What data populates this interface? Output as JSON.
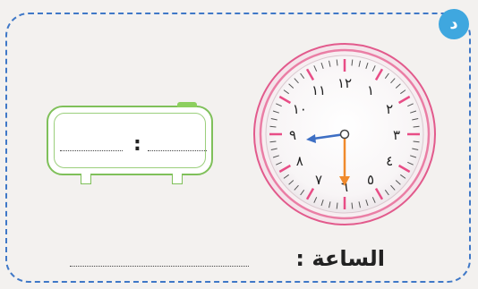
{
  "exercise": {
    "badge": "د",
    "answer_label": "الساعة :"
  },
  "clock": {
    "numerals": [
      "١٢",
      "١",
      "٢",
      "٣",
      "٤",
      "٥",
      "٦",
      "٧",
      "٨",
      "٩",
      "١٠",
      "١١"
    ],
    "hour_hand_time": "9:30",
    "minute_hand_points_to": "٦",
    "hour_hand_color": "#3e6fc4",
    "minute_hand_color": "#f08a2c",
    "rim_color": "#e84d86"
  },
  "digital_clock": {
    "hours_placeholder": "..........",
    "separator": ":",
    "minutes_placeholder": ".........."
  },
  "colors": {
    "frame": "#3f78c7",
    "badge": "#3fa7df",
    "digital_frame": "#7fc05a"
  }
}
